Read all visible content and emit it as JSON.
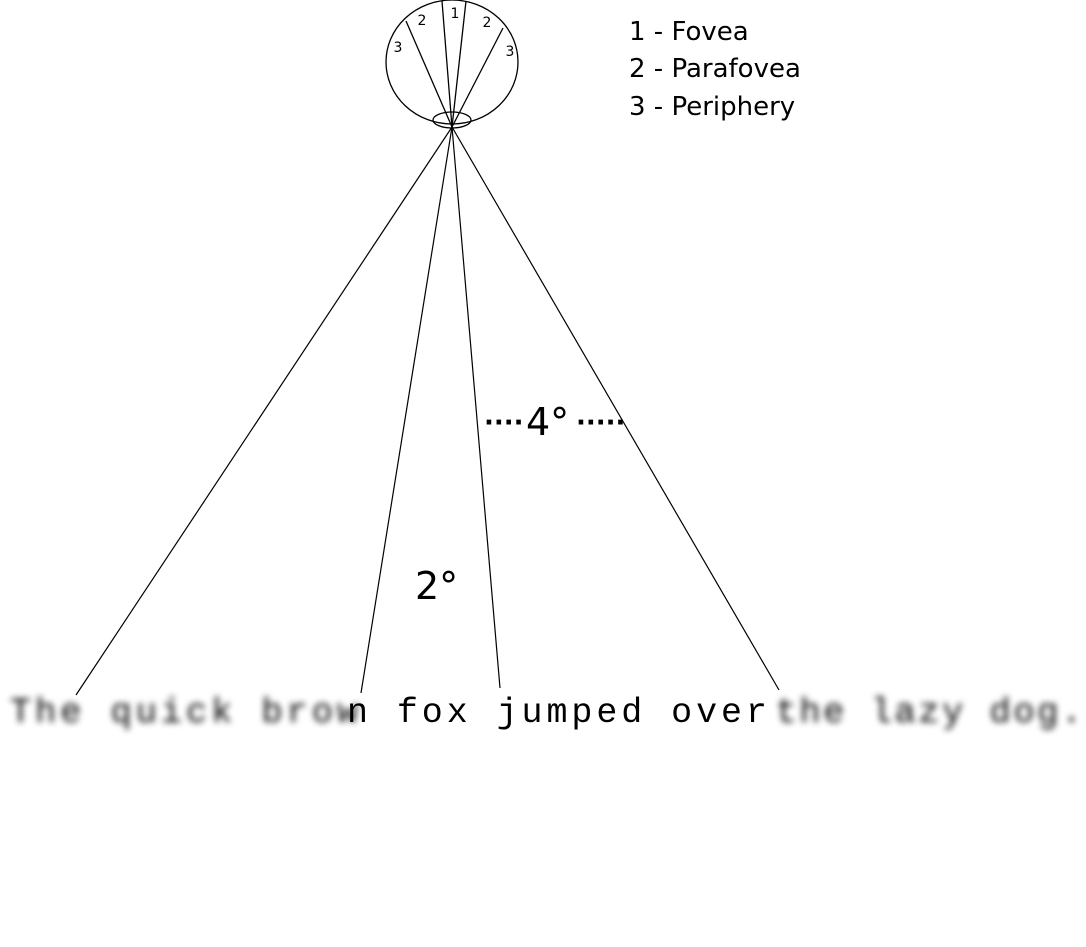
{
  "legend": [
    {
      "number": "1",
      "text": "1 - Fovea"
    },
    {
      "number": "2",
      "text": "2 - Parafovea"
    },
    {
      "number": "3",
      "text": "3 - Periphery"
    }
  ],
  "eye": {
    "zone_labels": {
      "fovea": "1",
      "parafovea_left": "2",
      "parafovea_right": "2",
      "periphery_left": "3",
      "periphery_right": "3"
    }
  },
  "angles": {
    "foveal": "2°",
    "parafoveal": "4°",
    "dots_left": "····",
    "dots_right": "·····"
  },
  "sentence": {
    "blurred_left": "The quick brow",
    "sharp": "n fox jumped over",
    "blurred_right": " the lazy dog."
  },
  "colors": {
    "ink": "#000000",
    "background": "#ffffff"
  }
}
